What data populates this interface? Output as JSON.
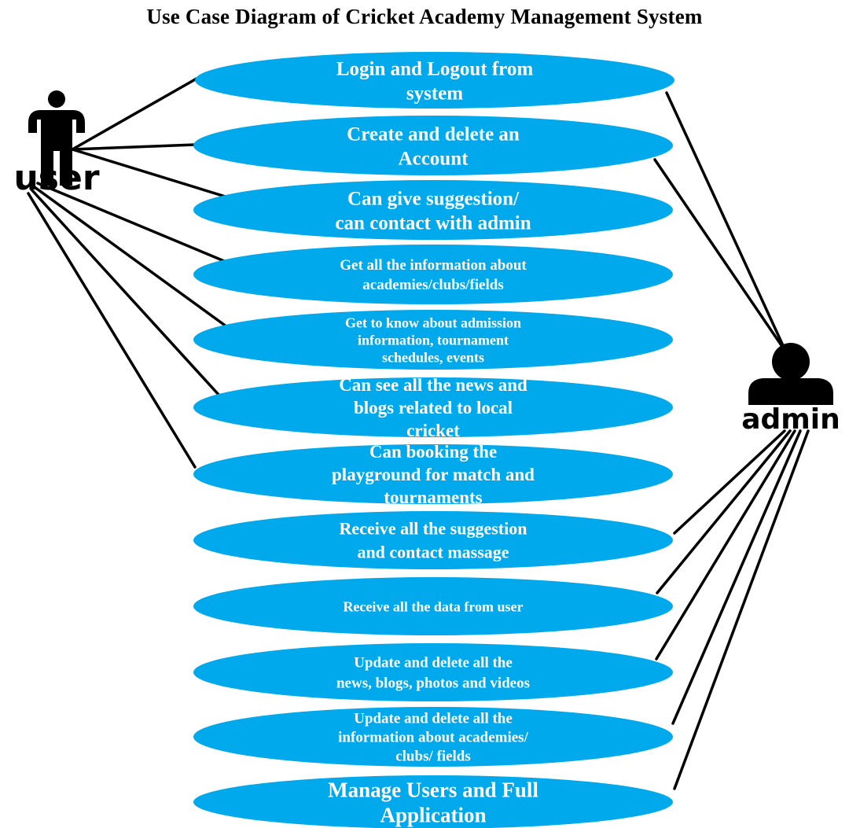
{
  "title": "Use Case Diagram of Cricket Academy Management System",
  "colors": {
    "usecase_fill": "#00A8EC",
    "usecase_text": "#FFFFFF",
    "line": "#000000",
    "actor": "#000000"
  },
  "actors": {
    "user": {
      "label": "user",
      "icon": "person-standing-icon"
    },
    "admin": {
      "label": "admin",
      "icon": "person-bust-icon"
    }
  },
  "use_cases": [
    {
      "lines": [
        "Login and Logout from",
        "system"
      ],
      "actors": [
        "user",
        "admin"
      ]
    },
    {
      "lines": [
        "Create and delete an",
        "Account"
      ],
      "actors": [
        "user",
        "admin"
      ]
    },
    {
      "lines": [
        "Can give suggestion/",
        "can contact with admin"
      ],
      "actors": [
        "user"
      ]
    },
    {
      "lines": [
        "Get all the information about",
        "academies/clubs/fields"
      ],
      "actors": [
        "user"
      ]
    },
    {
      "lines": [
        "Get to know about admission",
        "information, tournament",
        "schedules, events"
      ],
      "actors": [
        "user"
      ]
    },
    {
      "lines": [
        "Can see all the news and",
        "blogs related to local",
        "cricket"
      ],
      "actors": [
        "user"
      ]
    },
    {
      "lines": [
        "Can booking the",
        "playground  for match and",
        "tournaments"
      ],
      "actors": [
        "user"
      ]
    },
    {
      "lines": [
        "Receive all the suggestion",
        "and  contact massage"
      ],
      "actors": [
        "admin"
      ]
    },
    {
      "lines": [
        "Receive all the data from user"
      ],
      "actors": [
        "admin"
      ]
    },
    {
      "lines": [
        "Update and delete all the",
        "news, blogs, photos and videos"
      ],
      "actors": [
        "admin"
      ]
    },
    {
      "lines": [
        "Update and delete all the",
        "information about academies/",
        "clubs/ fields"
      ],
      "actors": [
        "admin"
      ]
    },
    {
      "lines": [
        "Manage Users and Full",
        "Application"
      ],
      "actors": [
        "admin"
      ]
    }
  ]
}
